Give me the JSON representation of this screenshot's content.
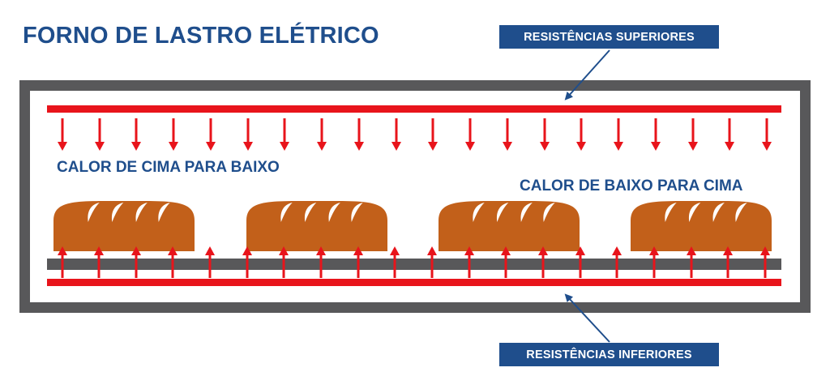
{
  "title": "FORNO DE LASTRO ELÉTRICO",
  "labels": {
    "top_resistors": "RESISTÊNCIAS SUPERIORES",
    "bottom_resistors": "RESISTÊNCIAS INFERIORES",
    "heat_down": "CALOR DE CIMA PARA BAIXO",
    "heat_up": "CALOR DE BAIXO PARA CIMA"
  },
  "colors": {
    "oven_wall": "#58585a",
    "resistor": "#e8141b",
    "bread": "#c2601a",
    "text": "#1f4e8c"
  },
  "diagram": {
    "top_arrow_count": 20,
    "bread_loaf_count": 4
  }
}
